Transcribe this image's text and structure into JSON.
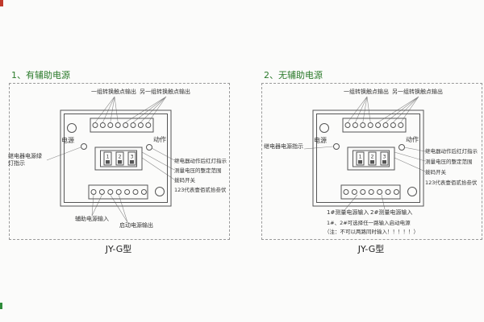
{
  "colors": {
    "heading": "#2a7a2a",
    "diagram_line": "#555555"
  },
  "panels": [
    {
      "heading": "1、有辅助电源",
      "caption": "JY-G型",
      "top_label_1": "一组转换触点输出",
      "top_label_2": "另一组转换触点输出",
      "left_label": "继电器电源绿灯指示",
      "power_label": "电源",
      "action_label": "动作",
      "right_label_1": "继电器动作后红灯指示",
      "right_label_2": "测量电压的整定范围",
      "right_label_3": "拨码开关",
      "right_label_4": "123代表壹佰贰拾叁伏",
      "bottom_label_1": "辅助电源输入",
      "bottom_label_2": "启动电源输出",
      "dip_digits": [
        "1",
        "2",
        "3"
      ]
    },
    {
      "heading": "2、无辅助电源",
      "caption": "JY-G型",
      "top_label_1": "一组转换触点输出",
      "top_label_2": "另一组转换触点输出",
      "left_label": "继电器电源指示",
      "power_label": "电源",
      "action_label": "动作",
      "right_label_1": "继电器动作后红灯指示",
      "right_label_2": "测量电压的整定范围",
      "right_label_3": "拨码开关",
      "right_label_4": "123代表壹佰贰拾叁伏",
      "bottom_label_1": "1#测量电源输入",
      "bottom_label_2": "2#测量电源输入",
      "bottom_note_1": "1#、2#可选择任一路输入启动电源",
      "bottom_note_2": "（注：不可以两路同时输入！！！！！）",
      "dip_digits": [
        "1",
        "2",
        "3"
      ]
    }
  ]
}
